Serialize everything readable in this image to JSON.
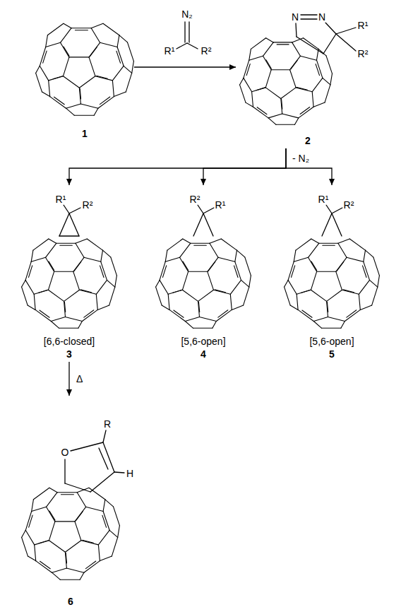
{
  "diagram": {
    "nodes": [
      {
        "text": [
          "1"
        ]
      },
      {
        "text": [
          "2"
        ]
      },
      {
        "text": [
          "[6,6-closed]",
          "3"
        ]
      },
      {
        "text": [
          "[5,6-open]",
          "4"
        ]
      },
      {
        "text": [
          "[5,6-open]",
          "5"
        ]
      },
      {
        "text": [
          "6"
        ]
      }
    ],
    "edges": [
      {
        "from": 0,
        "to": 1,
        "arrow": "to"
      },
      {
        "from": 1,
        "to": 2,
        "arrow": "to"
      },
      {
        "from": 1,
        "to": 3,
        "arrow": "to",
        "label": "- N₂"
      },
      {
        "from": 1,
        "to": 4,
        "arrow": "to"
      },
      {
        "from": 2,
        "to": 5,
        "arrow": "to",
        "label": "Δ"
      }
    ],
    "labels": [
      "N₂",
      "R¹",
      "R²",
      "N",
      "N",
      "R¹",
      "R²",
      "R¹",
      "R²",
      "R²",
      "R¹",
      "R¹",
      "R²",
      "O",
      "R",
      "H"
    ]
  }
}
